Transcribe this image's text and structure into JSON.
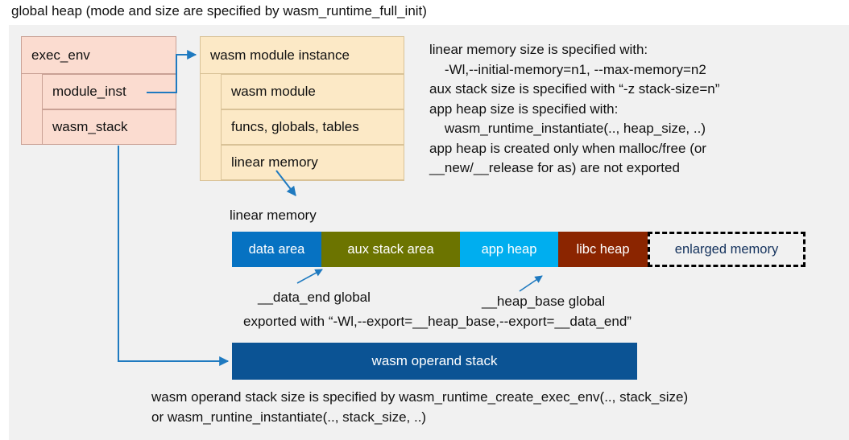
{
  "title": "global heap (mode and size are specified by wasm_runtime_full_init)",
  "colors": {
    "panel_bg": "#f1f1f1",
    "exec_env_fill": "#fbdcd0",
    "module_inst_fill": "#fce9c6",
    "data_area": "#0672c2",
    "aux_stack_area": "#6c7400",
    "app_heap": "#00aeef",
    "libc_heap": "#8b2500",
    "enlarged_memory_border": "#000000",
    "enlarged_memory_text": "#13315c",
    "operand_stack_fill": "#0b5394",
    "connector": "#1f7ac0"
  },
  "exec_env": {
    "title": "exec_env",
    "fields": [
      {
        "label": "module_inst"
      },
      {
        "label": "wasm_stack"
      }
    ]
  },
  "module_instance": {
    "title": "wasm module instance",
    "fields": [
      {
        "label": "wasm module"
      },
      {
        "label": "funcs, globals, tables"
      },
      {
        "label": "linear memory"
      }
    ]
  },
  "notes": {
    "memory_sizing": "linear memory size is specified with:\n    -Wl,--initial-memory=n1, --max-memory=n2\naux stack size is specified with “-z stack-size=n”\napp heap size is specified with:\n    wasm_runtime_instantiate(.., heap_size, ..)\napp heap is created only when malloc/free (or\n__new/__release for as) are not exported",
    "stack_sizing": "wasm operand stack size is specified by wasm_runtime_create_exec_env(.., stack_size)\nor wasm_runtine_instantiate(.., stack_size, ..)"
  },
  "linear_memory": {
    "label": "linear memory",
    "segments": [
      {
        "label": "data area",
        "color": "#0672c2",
        "width": 111,
        "style": "solid"
      },
      {
        "label": "aux stack area",
        "color": "#6c7400",
        "width": 172,
        "style": "solid"
      },
      {
        "label": "app heap",
        "color": "#00aeef",
        "width": 122,
        "style": "solid"
      },
      {
        "label": "libc heap",
        "color": "#8b2500",
        "width": 111,
        "style": "solid"
      },
      {
        "label": "enlarged memory",
        "color": "#f1f1f1",
        "width": 196,
        "style": "dashed"
      }
    ]
  },
  "annotations": {
    "data_end": "__data_end global",
    "heap_base": "__heap_base global",
    "exported_with": "exported with “-Wl,--export=__heap_base,--export=__data_end”"
  },
  "operand_stack": {
    "label": "wasm operand stack"
  }
}
